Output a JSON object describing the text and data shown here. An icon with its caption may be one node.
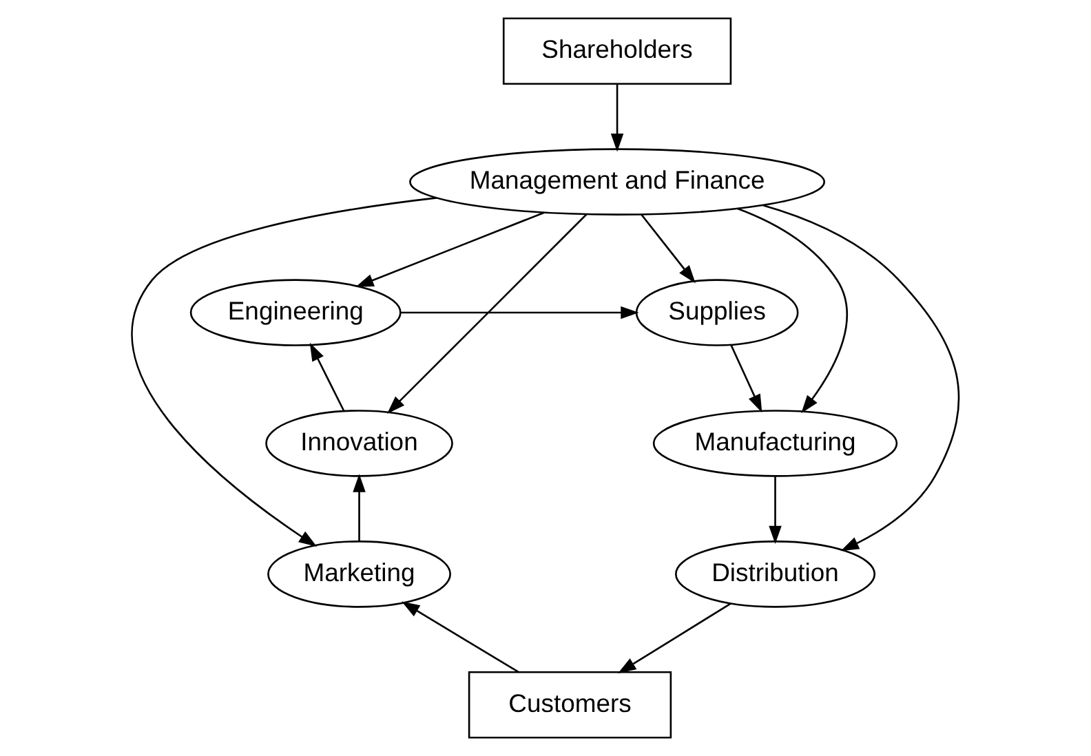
{
  "diagram": {
    "nodes": [
      {
        "text": [
          "Shareholders"
        ]
      },
      {
        "text": [
          "Management and Finance"
        ]
      },
      {
        "text": [
          "Engineering"
        ]
      },
      {
        "text": [
          "Supplies"
        ]
      },
      {
        "text": [
          "Innovation"
        ]
      },
      {
        "text": [
          "Manufacturing"
        ]
      },
      {
        "text": [
          "Marketing"
        ]
      },
      {
        "text": [
          "Distribution"
        ]
      },
      {
        "text": [
          "Customers"
        ]
      }
    ],
    "edges": [
      {
        "from": 0,
        "to": 1,
        "arrow": "to"
      },
      {
        "from": 1,
        "to": 4,
        "arrow": "to"
      },
      {
        "from": 1,
        "to": 2,
        "arrow": "to"
      },
      {
        "from": 1,
        "to": 3,
        "arrow": "to"
      },
      {
        "from": 1,
        "to": 5,
        "arrow": "to"
      },
      {
        "from": 1,
        "to": 6,
        "arrow": "to"
      },
      {
        "from": 1,
        "to": 7,
        "arrow": "to"
      },
      {
        "from": 4,
        "to": 2,
        "arrow": "to"
      },
      {
        "from": 2,
        "to": 3,
        "arrow": "to"
      },
      {
        "from": 3,
        "to": 5,
        "arrow": "to"
      },
      {
        "from": 5,
        "to": 7,
        "arrow": "to"
      },
      {
        "from": 7,
        "to": 8,
        "arrow": "to"
      },
      {
        "from": 8,
        "to": 6,
        "arrow": "to"
      },
      {
        "from": 6,
        "to": 4,
        "arrow": "to"
      }
    ]
  }
}
